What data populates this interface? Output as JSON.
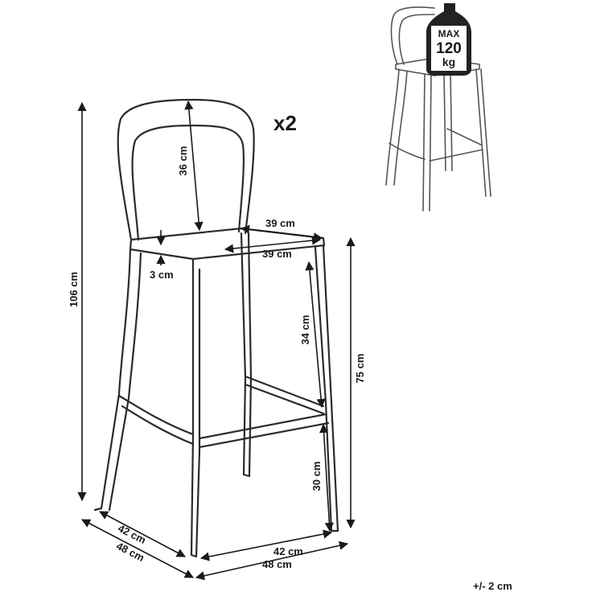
{
  "quantity": "x2",
  "max_load": {
    "label": "MAX",
    "value": "120",
    "unit": "kg"
  },
  "dimensions": {
    "total_height": "106 cm",
    "backrest_height": "36 cm",
    "seat_width_back": "39 cm",
    "seat_width_front": "39 cm",
    "seat_thickness": "3 cm",
    "seat_to_footrest": "34 cm",
    "seat_height": "75 cm",
    "footrest_height": "30 cm",
    "depth_top": "42 cm",
    "depth_bottom": "48 cm",
    "width_top": "42 cm",
    "width_bottom": "48 cm"
  },
  "tolerance": "+/- 2 cm"
}
